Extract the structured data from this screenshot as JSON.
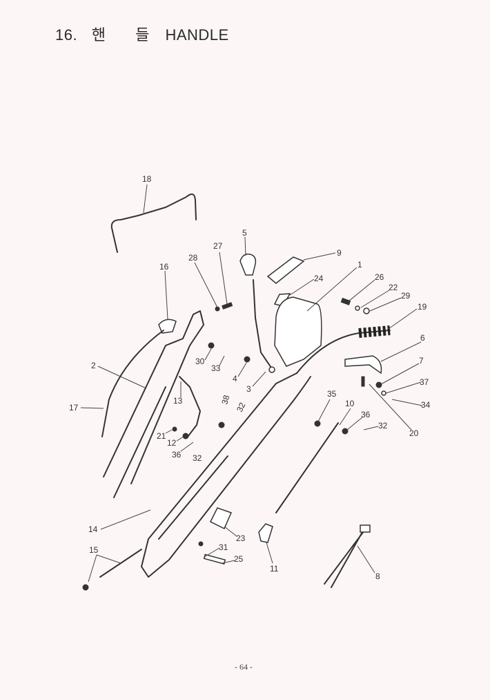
{
  "title": {
    "number": "16.",
    "korean_1": "핸",
    "korean_2": "들",
    "english": "HANDLE"
  },
  "callouts": [
    "18",
    "5",
    "27",
    "28",
    "16",
    "9",
    "1",
    "24",
    "26",
    "22",
    "29",
    "19",
    "6",
    "2",
    "30",
    "33",
    "4",
    "3",
    "7",
    "37",
    "13",
    "35",
    "38",
    "32",
    "10",
    "34",
    "17",
    "36",
    "32",
    "20",
    "21",
    "12",
    "36",
    "32",
    "14",
    "23",
    "15",
    "31",
    "25",
    "11",
    "8"
  ],
  "page_number": "- 64 -"
}
